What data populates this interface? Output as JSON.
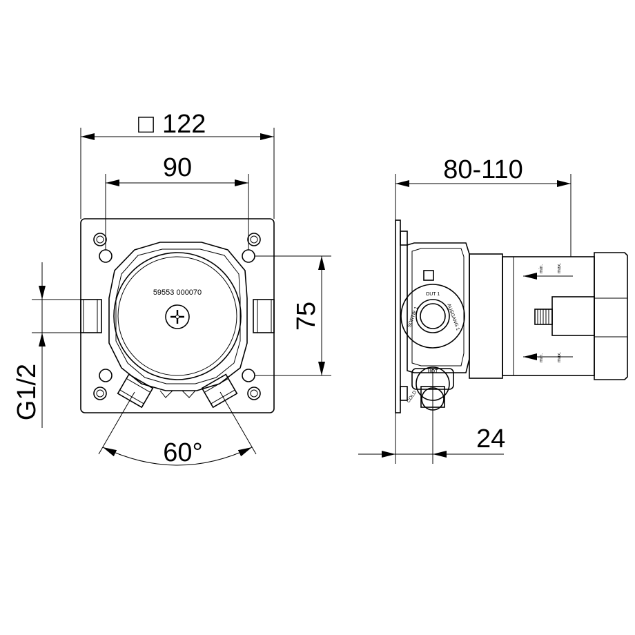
{
  "dimensions": {
    "square_symbol": "□",
    "outer_width": "122",
    "hole_spacing_h": "90",
    "hole_spacing_v": "75",
    "thread": "G1/2",
    "angle": "60°",
    "depth_range": "80-110",
    "offset": "24"
  },
  "part_number": "59553 000070",
  "labels": {
    "out": "OUT 1",
    "sortie": "SORTIE 1",
    "ausgang": "AUSGANG 1",
    "hot": "HOT",
    "cold": "COLD",
    "min": "min.",
    "max": "max."
  }
}
